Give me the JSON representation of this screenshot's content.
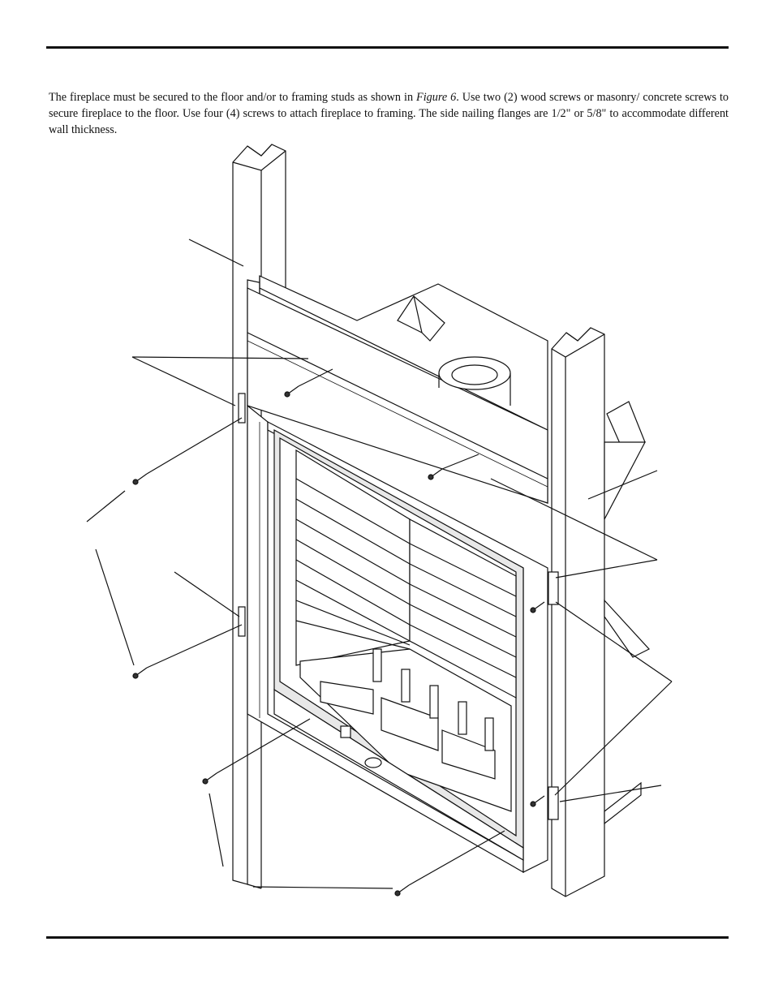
{
  "text": {
    "para_before": "The fireplace must be secured to the floor and/or to framing studs as shown in ",
    "figure_ref": "Figure 6",
    "para_after": ". Use two (2) wood screws or masonry/ concrete screws to secure fireplace to the floor. Use four (4) screws to attach fireplace to framing. The side nailing flanges are 1/2\" or 5/8\" to accommodate different wall thickness."
  },
  "figure": {
    "screw_icon": "screw-icon",
    "fireplace_icon": "fireplace-icon"
  }
}
